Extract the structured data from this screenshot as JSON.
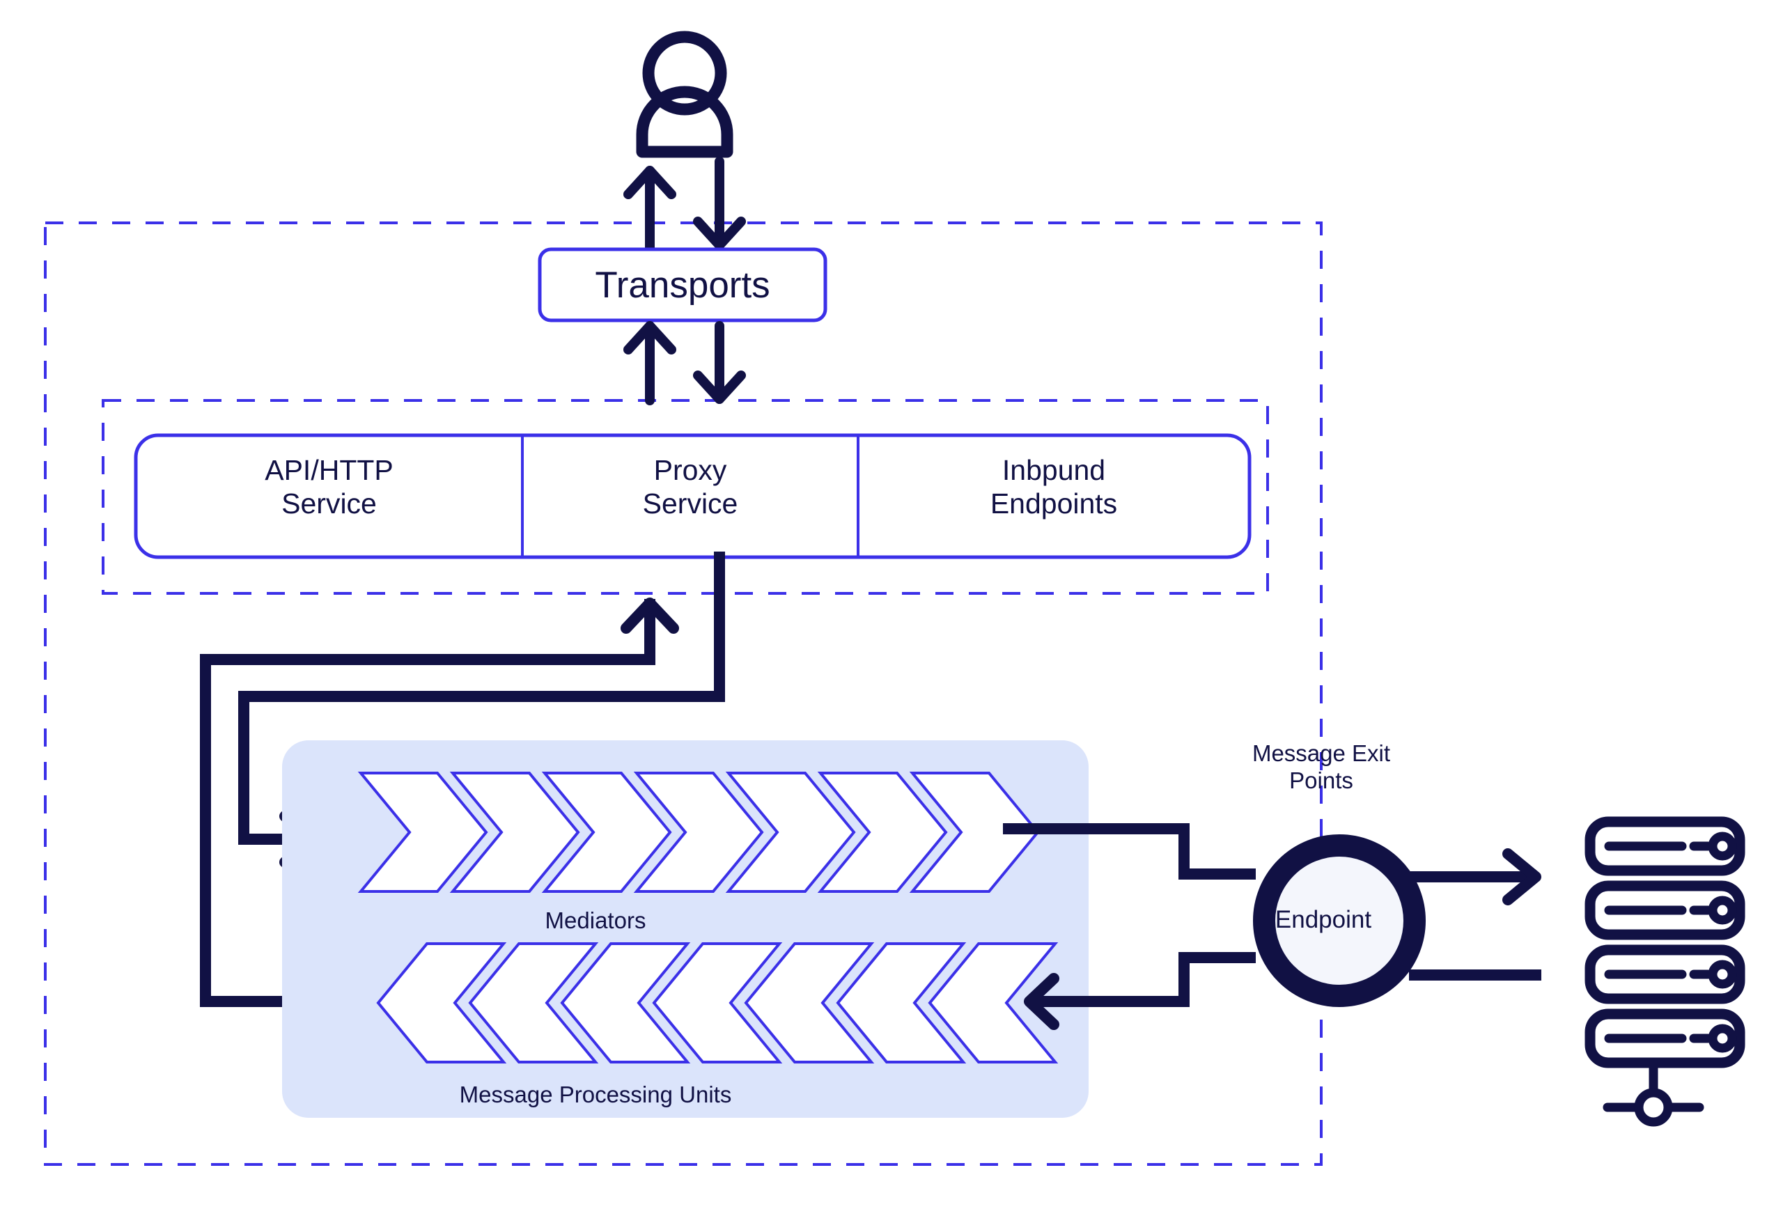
{
  "diagram": {
    "title": "Message flow architecture",
    "colors": {
      "navy": "#111144",
      "blue": "#3b30e8",
      "panel_fill": "#dbe4fb",
      "circle_fill": "#f4f6fc",
      "background": "#ffffff"
    },
    "actor": {
      "name": "user-actor",
      "icon": "person-icon"
    },
    "transports": {
      "label": "Transports"
    },
    "services": {
      "items": [
        {
          "label": "API/HTTP\nService",
          "name": "api-http-service"
        },
        {
          "label": "Proxy\nService",
          "name": "proxy-service"
        },
        {
          "label": "Inbpund\nEndpoints",
          "name": "inbound-endpoints"
        }
      ]
    },
    "processing": {
      "mediators_label": "Mediators",
      "mediators_chevron_count": 7,
      "mediators_direction": "right",
      "units_label": "Message Processing Units",
      "units_chevron_count": 7,
      "units_direction": "left"
    },
    "exit": {
      "label": "Message Exit\nPoints",
      "endpoint_label": "Endpoint"
    },
    "backend": {
      "name": "server-stack-icon",
      "unit_count": 4
    },
    "boundaries": {
      "outer": "dashed-outer-boundary",
      "inner": "dashed-inner-boundary"
    }
  }
}
